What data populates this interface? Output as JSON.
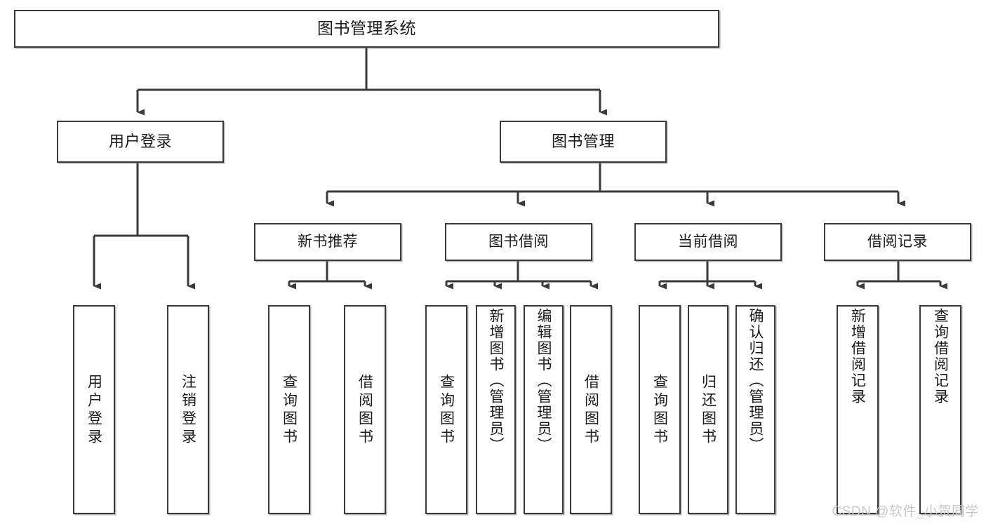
{
  "diagram": {
    "title": "图书管理系统",
    "type": "hierarchy-tree",
    "background_color": "#ffffff",
    "box_border_color": "#3a3a3a",
    "connector_color": "#3a3a3a",
    "text_color": "#1b1b1b"
  },
  "watermark": {
    "text": "CSDN @软件_小贺同学",
    "color": "#c9c9c9"
  },
  "nodes": {
    "root": {
      "label": "图书管理系统"
    },
    "l1": [
      {
        "label": "用户登录"
      },
      {
        "label": "图书管理"
      }
    ],
    "l2": [
      {
        "label": "新书推荐"
      },
      {
        "label": "图书借阅"
      },
      {
        "label": "当前借阅"
      },
      {
        "label": "借阅记录"
      }
    ],
    "leaves_user_login": [
      {
        "label": "用户登录"
      },
      {
        "label": "注销登录"
      }
    ],
    "leaves_new_books": [
      {
        "label": "查询图书"
      },
      {
        "label": "借阅图书"
      }
    ],
    "leaves_borrow": [
      {
        "label": "查询图书"
      },
      {
        "label": "新增图书（管理员）"
      },
      {
        "label": "编辑图书（管理员）"
      },
      {
        "label": "借阅图书"
      }
    ],
    "leaves_current": [
      {
        "label": "查询图书"
      },
      {
        "label": "归还图书"
      },
      {
        "label": "确认归还（管理员）"
      }
    ],
    "leaves_records": [
      {
        "label": "新增借阅记录"
      },
      {
        "label": "查询借阅记录"
      }
    ]
  },
  "chart_data": {
    "type": "table",
    "title": "图书管理系统",
    "structure": [
      {
        "level": 1,
        "label": "用户登录",
        "children": [
          "用户登录",
          "注销登录"
        ]
      },
      {
        "level": 1,
        "label": "图书管理",
        "children": [
          {
            "label": "新书推荐",
            "children": [
              "查询图书",
              "借阅图书"
            ]
          },
          {
            "label": "图书借阅",
            "children": [
              "查询图书",
              "新增图书（管理员）",
              "编辑图书（管理员）",
              "借阅图书"
            ]
          },
          {
            "label": "当前借阅",
            "children": [
              "查询图书",
              "归还图书",
              "确认归还（管理员）"
            ]
          },
          {
            "label": "借阅记录",
            "children": [
              "新增借阅记录",
              "查询借阅记录"
            ]
          }
        ]
      }
    ]
  }
}
